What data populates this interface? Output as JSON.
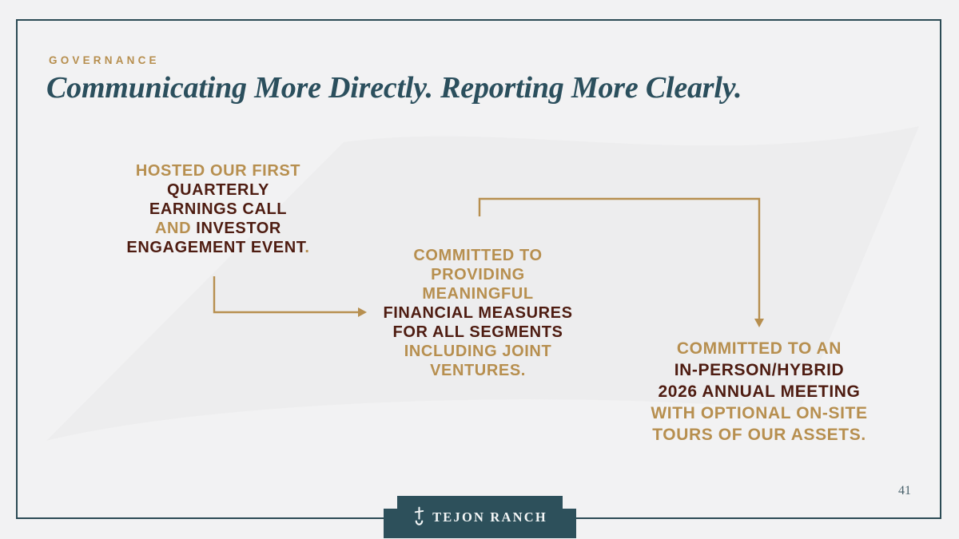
{
  "slide": {
    "eyebrow": "GOVERNANCE",
    "title": "Communicating More Directly. Reporting More Clearly.",
    "page_number": "41",
    "footer_logo": {
      "text": "TEJON RANCH"
    }
  },
  "colors": {
    "gold": "#b78f4f",
    "maroon": "#4e1c11",
    "title_teal": "#2b4f5d",
    "border_teal": "#2c4b55",
    "banner_teal": "#2d505b",
    "background": "#f2f2f3",
    "flag_watermark": "#ededee"
  },
  "blocks": [
    {
      "id": "hosted-earnings-call",
      "lines": [
        [
          {
            "text": "HOSTED OUR FIRST",
            "color": "gold"
          }
        ],
        [
          {
            "text": "QUARTERLY",
            "color": "maroon"
          }
        ],
        [
          {
            "text": "EARNINGS CALL",
            "color": "maroon"
          }
        ],
        [
          {
            "text": "AND ",
            "color": "gold"
          },
          {
            "text": "INVESTOR",
            "color": "maroon"
          }
        ],
        [
          {
            "text": "ENGAGEMENT EVENT",
            "color": "maroon"
          },
          {
            "text": ".",
            "color": "gold"
          }
        ]
      ]
    },
    {
      "id": "financial-measures",
      "lines": [
        [
          {
            "text": "COMMITTED TO",
            "color": "gold"
          }
        ],
        [
          {
            "text": "PROVIDING",
            "color": "gold"
          }
        ],
        [
          {
            "text": "MEANINGFUL",
            "color": "gold"
          }
        ],
        [
          {
            "text": "FINANCIAL MEASURES",
            "color": "maroon"
          }
        ],
        [
          {
            "text": "FOR ALL SEGMENTS",
            "color": "maroon"
          }
        ],
        [
          {
            "text": "INCLUDING JOINT",
            "color": "gold"
          }
        ],
        [
          {
            "text": "VENTURES.",
            "color": "gold"
          }
        ]
      ]
    },
    {
      "id": "annual-meeting",
      "lines": [
        [
          {
            "text": "COMMITTED TO AN",
            "color": "gold"
          }
        ],
        [
          {
            "text": "IN-PERSON/HYBRID",
            "color": "maroon"
          }
        ],
        [
          {
            "text": "2026 ANNUAL MEETING",
            "color": "maroon"
          }
        ],
        [
          {
            "text": "WITH OPTIONAL ON-SITE",
            "color": "gold"
          }
        ],
        [
          {
            "text": "TOURS OF OUR ASSETS.",
            "color": "gold"
          }
        ]
      ]
    }
  ],
  "connectors": [
    {
      "from": "hosted-earnings-call",
      "to": "financial-measures",
      "shape": "down-then-right"
    },
    {
      "from": "financial-measures",
      "to": "annual-meeting",
      "shape": "up-right-then-down"
    }
  ]
}
